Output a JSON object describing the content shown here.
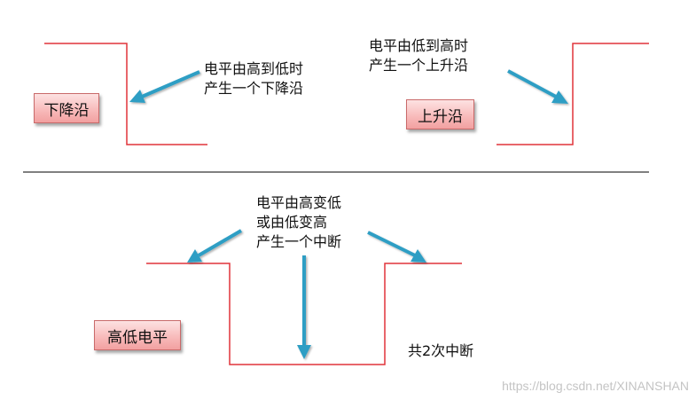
{
  "boxes": {
    "falling_edge": "下降沿",
    "rising_edge": "上升沿",
    "level": "高低电平"
  },
  "notes": {
    "falling": [
      "电平由高到低时",
      "产生一个下降沿"
    ],
    "rising": [
      "电平由低到高时",
      "产生一个上升沿"
    ],
    "interrupt": [
      "电平由高变低",
      "或由低变高",
      "产生一个中断"
    ],
    "count": "共2次中断"
  },
  "watermark": "https://blog.csdn.net/XINANSHAN",
  "colors": {
    "signal_line": "#e0333a",
    "arrow": "#2f9ec4",
    "divider": "#000000",
    "box_border": "#c96a6a",
    "box_fill": "#f8bcbc"
  }
}
